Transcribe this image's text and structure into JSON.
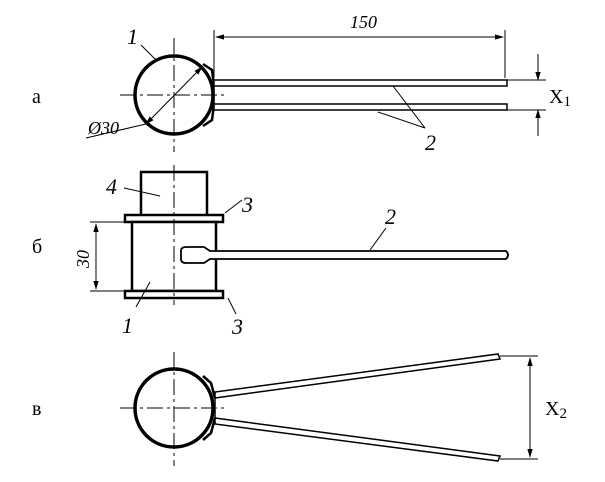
{
  "views": {
    "a": {
      "marker": "а",
      "length_dim": "150",
      "diameter_dim": "Ø30",
      "gap_label_main": "X",
      "gap_label_sub": "1",
      "part_ring": "1",
      "part_strip": "2"
    },
    "b": {
      "marker": "б",
      "height_dim": "30",
      "part_cylinder": "1",
      "part_strip": "2",
      "part_flange_top": "3",
      "part_flange_bottom": "3",
      "part_block": "4"
    },
    "c": {
      "marker": "в",
      "gap_label_main": "X",
      "gap_label_sub": "2"
    }
  }
}
